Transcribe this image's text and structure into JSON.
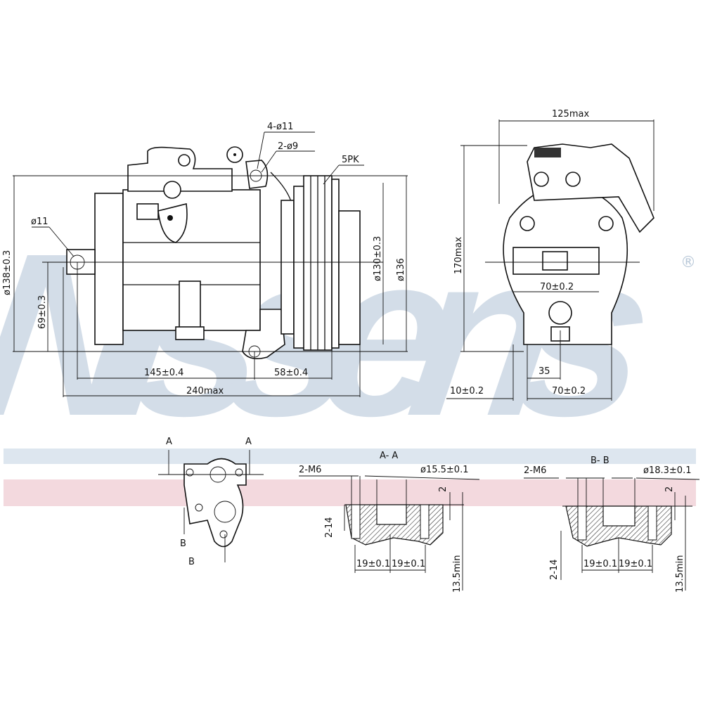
{
  "brand": {
    "name": "Nissens",
    "registered": "®"
  },
  "colors": {
    "watermark": "#d3dde8",
    "band_blue": "#dde6ef",
    "band_pink": "#f3d9de",
    "line": "#111111"
  },
  "side_view": {
    "mount_holes": "4-ø11",
    "pin_holes": "2-ø9",
    "belt": "5PK",
    "rear_hole": "ø11",
    "body_diameter": "ø138±0.3",
    "axis_height": "69±0.3",
    "pulley_diameter": "ø130±0.3",
    "clutch_diameter": "ø136",
    "mount_span": "145±0.4",
    "pulley_offset": "58±0.4",
    "overall_length": "240max"
  },
  "front_view": {
    "width": "125max",
    "height": "170max",
    "port_width": "70±0.2",
    "foot_gap": "35",
    "foot_offset": "10±0.2",
    "foot_span": "70±0.2"
  },
  "port_view": {
    "section_a1": "A",
    "section_a2": "A",
    "section_b1": "B",
    "section_b2": "B"
  },
  "section_aa": {
    "title": "A- A",
    "thread": "2-M6",
    "bore": "ø15.5±0.1",
    "depth_top": "2",
    "thread_depth": "2-14",
    "pitch1": "19±0.1",
    "pitch2": "19±0.1",
    "min_depth": "13.5min"
  },
  "section_bb": {
    "title": "B- B",
    "thread": "2-M6",
    "bore": "ø18.3±0.1",
    "depth_top": "2",
    "thread_depth": "2-14",
    "pitch1": "19±0.1",
    "pitch2": "19±0.1",
    "min_depth": "13.5min"
  }
}
